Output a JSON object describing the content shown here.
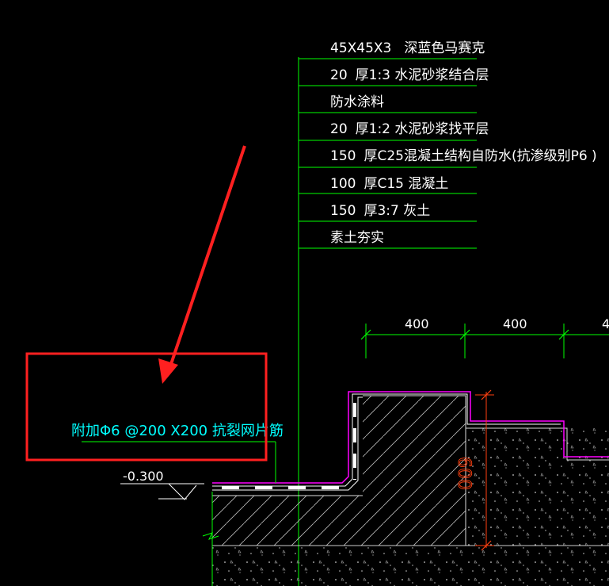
{
  "layers": [
    {
      "thickness": "45X45X3",
      "desc": "深蓝色马赛克"
    },
    {
      "thickness": "20",
      "desc": "厚1:3  水泥砂浆结合层"
    },
    {
      "thickness": "",
      "desc": "防水涂料"
    },
    {
      "thickness": "20",
      "desc": "厚1:2  水泥砂浆找平层"
    },
    {
      "thickness": "150",
      "desc": "厚C25混凝土结构自防水(抗渗级别P6 )"
    },
    {
      "thickness": "100",
      "desc": "厚C15  混凝土"
    },
    {
      "thickness": "150",
      "desc": "厚3:7  灰土"
    },
    {
      "thickness": "",
      "desc": "素土夯实"
    }
  ],
  "dimensions": {
    "seg1": "400",
    "seg2": "400",
    "seg3": "4",
    "vertical": "600"
  },
  "elevation": "-0.300",
  "annotation": "附加Φ6 @200 X200 抗裂网片筋",
  "colors": {
    "background": "#000000",
    "line_green": "#00ff00",
    "text_white": "#ffffff",
    "text_cyan": "#00ffff",
    "magenta": "#ff00ff",
    "highlight_red": "#ff2020",
    "dim_orange": "#ff4010",
    "hatch_white": "#cccccc"
  }
}
